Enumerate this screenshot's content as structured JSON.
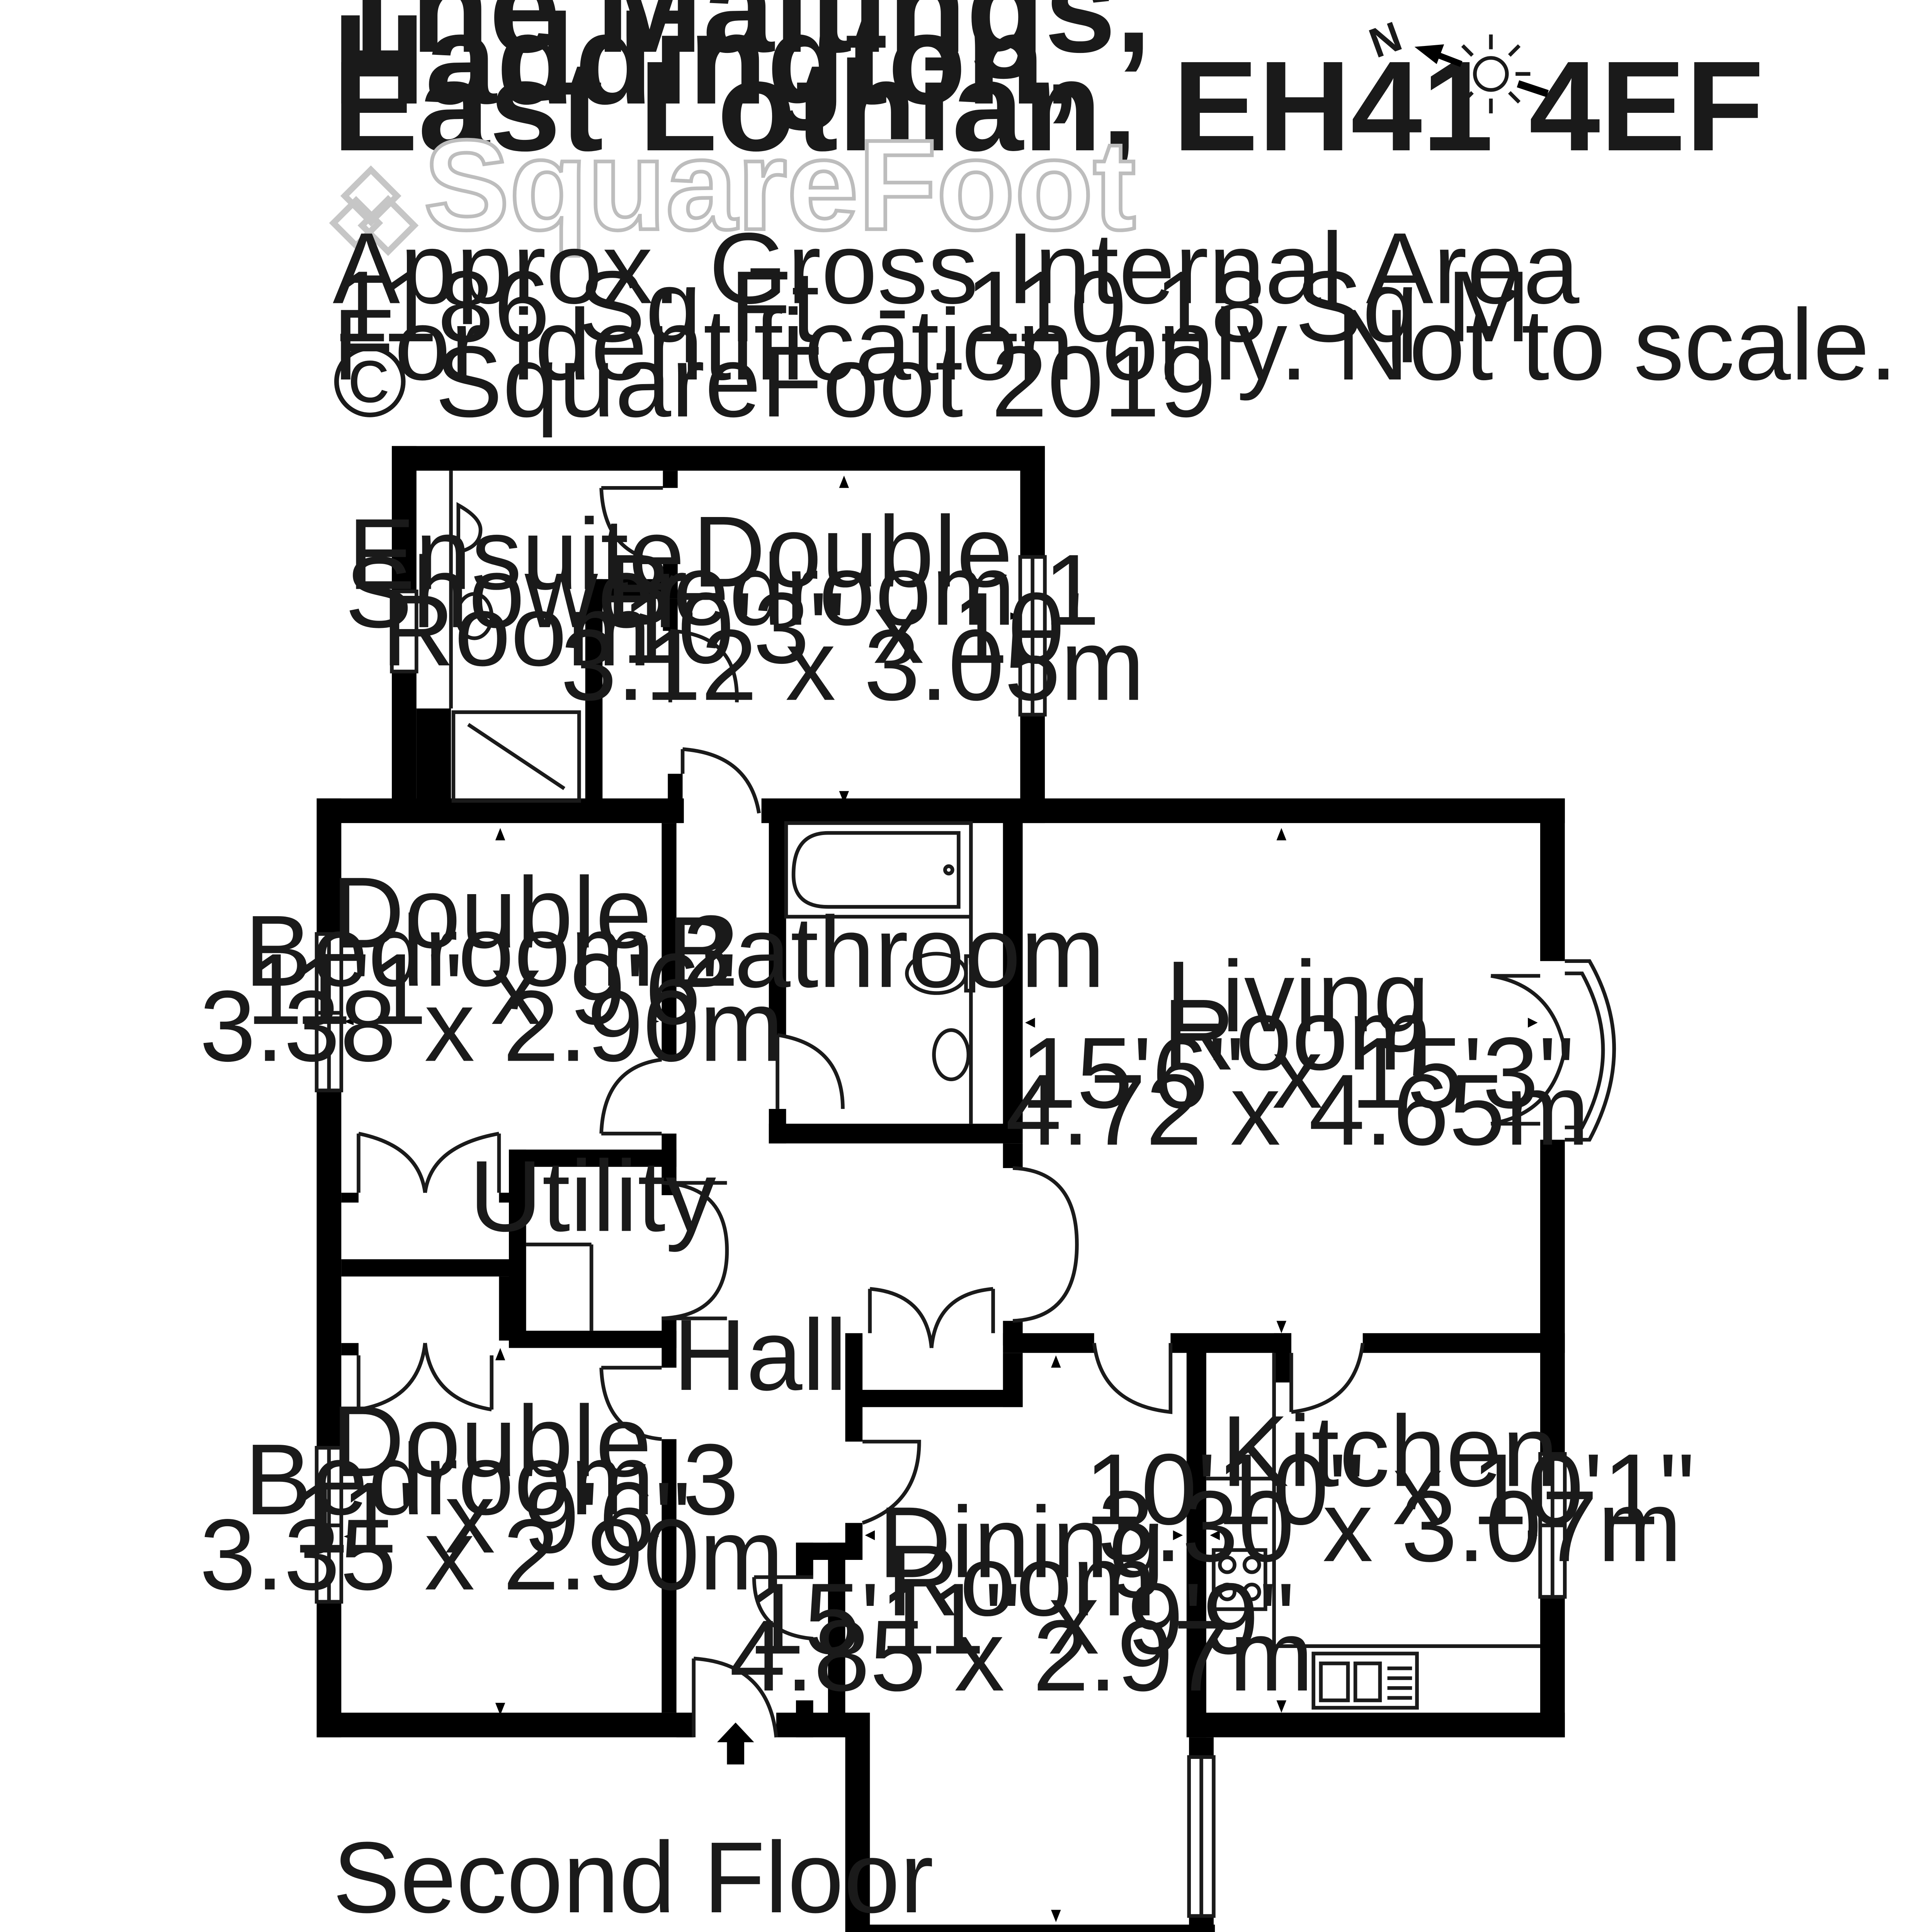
{
  "address": {
    "line1": "The Maltings,",
    "line2": "Haddington,",
    "line3": "East Lothian, EH41 4EF"
  },
  "brand": {
    "logo_text": "SquareFoot"
  },
  "area": {
    "label": "Approx. Gross Internal Area",
    "value": "1186 Sq Ft  -  110.18 Sq M",
    "note": "For identification only. Not to scale.",
    "copyright": "© SquareFoot 2019"
  },
  "compass": {
    "north_label": "N"
  },
  "floor_label": "Second Floor",
  "rooms": {
    "ensuite": {
      "l1": "Ensuite",
      "l2": "Shower",
      "l3": "Room"
    },
    "bed1": {
      "l1": "Double",
      "l2": "Bedroom 1",
      "imp": "10'3\" x 10'",
      "met": "3.12 x 3.05m"
    },
    "bed2": {
      "l1": "Double",
      "l2": "Bedroom 2",
      "imp": "11'1\" x 9'6\"",
      "met": "3.38 x 2.90m"
    },
    "bed3": {
      "l1": "Double",
      "l2": "Bedroom 3",
      "imp": "11' x 9'6\"",
      "met": "3.35 x 2.90m"
    },
    "bathroom": {
      "l1": "Bathroom"
    },
    "living": {
      "l1": "Living",
      "l2": "Room",
      "imp": "15'6\" x 15'3\"",
      "met": "4.72 x 4.65m"
    },
    "utility": {
      "l1": "Utility"
    },
    "hall": {
      "l1": "Hall"
    },
    "dining": {
      "l1": "Dining",
      "l2": "Room",
      "imp": "15'11\" x 9'9\"",
      "met": "4.85 x 2.97m"
    },
    "kitchen": {
      "l1": "Kitchen",
      "imp": "10'10\" x 10'1\"",
      "met": "3.30 x 3.07m"
    }
  }
}
